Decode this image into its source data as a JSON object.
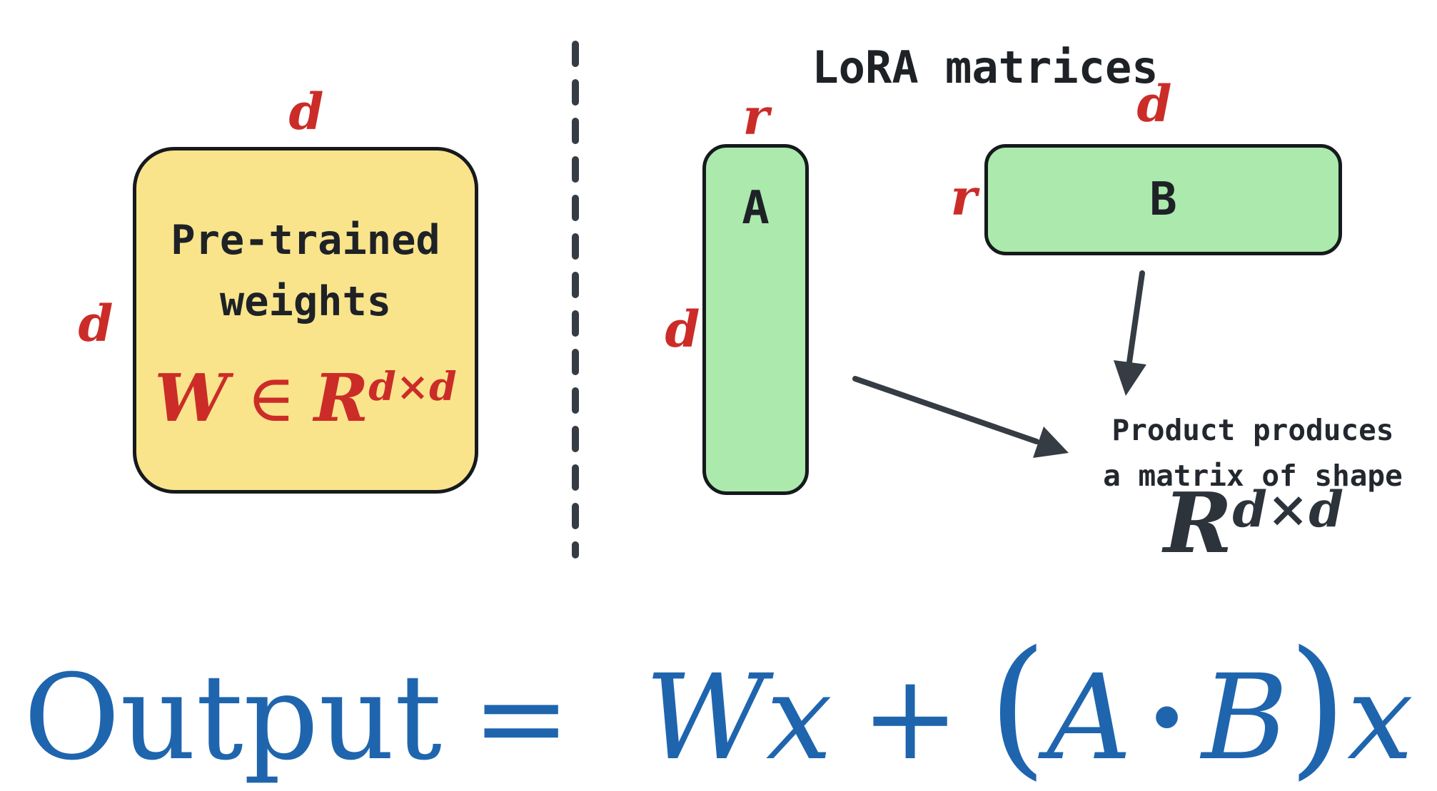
{
  "colors": {
    "background": "#ffffff",
    "pretrained_fill": "#f9e48b",
    "lora_fill": "#abe9ac",
    "dim_label_red": "#cb2c28",
    "equation_blue": "#1f65ae",
    "ink_dark": "#1e2227",
    "arrow_slate": "#363c44"
  },
  "left_panel": {
    "dim_top": "d",
    "dim_left": "d",
    "box_label_line1": "Pre-trained",
    "box_label_line2": "weights",
    "formula": {
      "var": "W",
      "element_of": "∈",
      "set": "R",
      "sup": "d×d"
    }
  },
  "right_panel": {
    "title": "LoRA matrices",
    "matrix_a": {
      "label": "A",
      "dim_top": "r",
      "dim_left": "d"
    },
    "matrix_b": {
      "label": "B",
      "dim_top": "d",
      "dim_left": "r"
    },
    "note": {
      "line1": "Product produces",
      "line2": "a matrix of shape",
      "set": "R",
      "sup": "d×d"
    }
  },
  "equation": {
    "lhs": "Output",
    "eq": "=",
    "wx": "Wx",
    "plus": "+",
    "lparen": "(",
    "a": "A",
    "cdot": "·",
    "b": "B",
    "rparen": ")",
    "x": "x"
  }
}
